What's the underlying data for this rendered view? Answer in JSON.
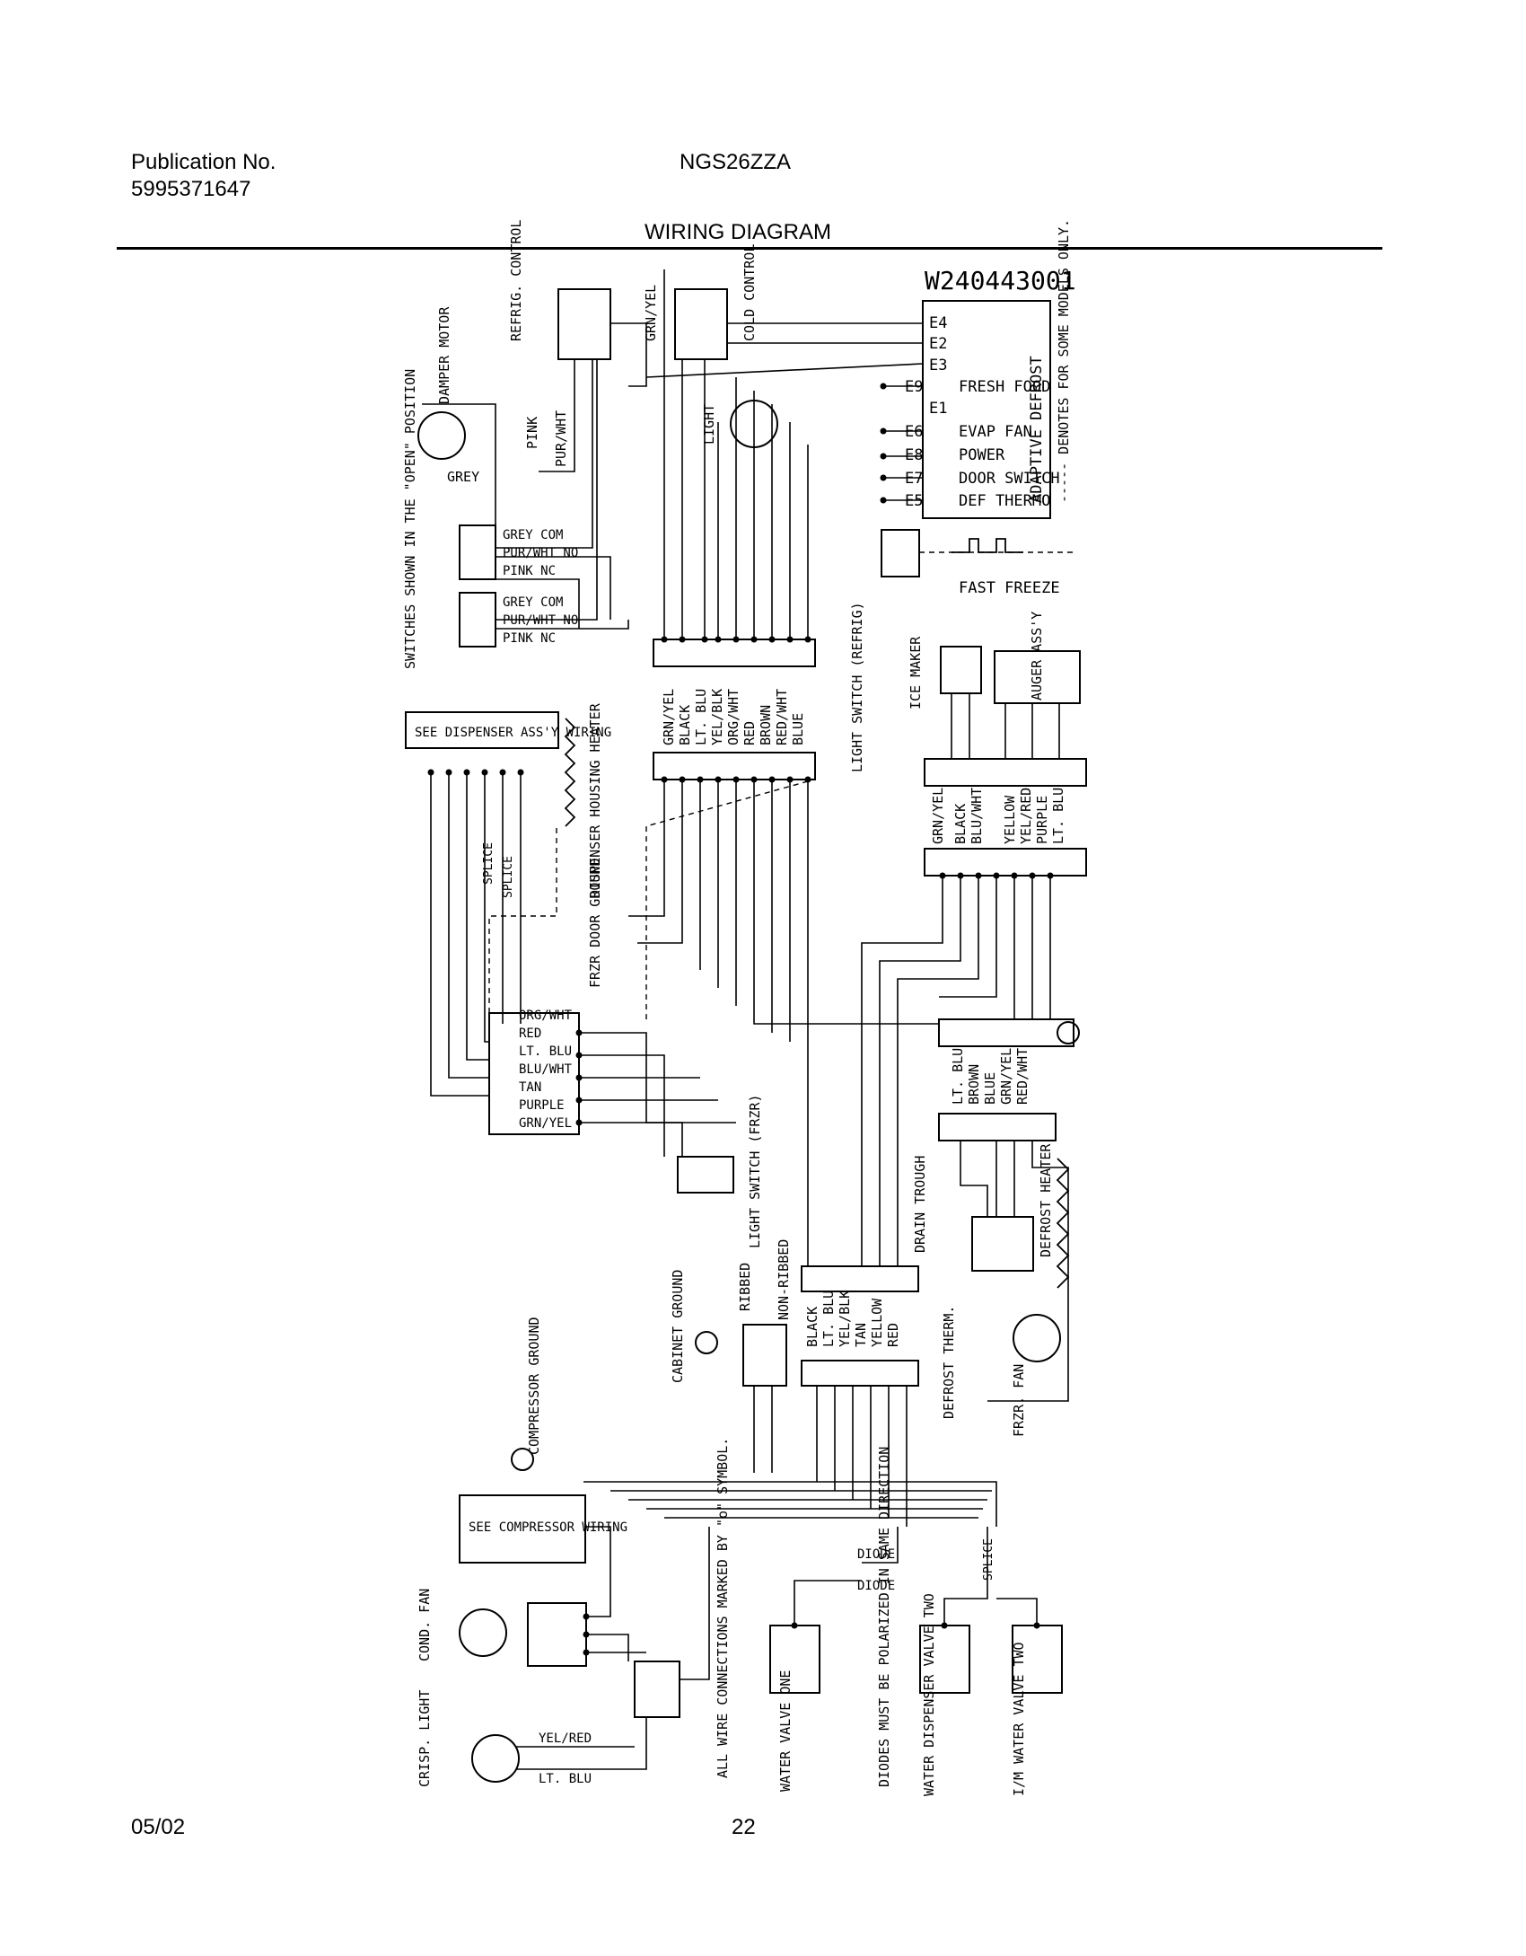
{
  "header": {
    "publication_label": "Publication No.",
    "publication_number": "5995371647",
    "model": "NGS26ZZA",
    "title": "WIRING DIAGRAM"
  },
  "diagram": {
    "part_number": "W240443001",
    "board_terminals": [
      "E4",
      "E2",
      "E3",
      "E9",
      "E1",
      "E6",
      "E8",
      "E7",
      "E5"
    ],
    "board_labels": [
      "FRESH FOOD",
      "EVAP FAN",
      "POWER",
      "DOOR SWITCH",
      "DEF THERMO"
    ],
    "board_title": "ADAPTIVE DEFROST",
    "board_note": "----- DENOTES FOR SOME MODELS ONLY.",
    "fast_freeze": "FAST FREEZE",
    "refrig_control": "REFRIG. CONTROL",
    "cold_control": "COLD CONTROL",
    "grn_yel": "GRN/YEL",
    "damper_motor": "DAMPER MOTOR",
    "switches_note": "SWITCHES SHOWN IN THE \"OPEN\" POSITION",
    "pink": "PINK",
    "pur_wht": "PUR/WHT",
    "grey": "GREY",
    "light": "LIGHT",
    "damper_switch_rows": [
      "GREY COM",
      "PUR/WHT NO",
      "PINK NC"
    ],
    "main_harness_colors": [
      "GRN/YEL",
      "BLACK",
      "LT. BLU",
      "YEL/BLK",
      "ORG/WHT",
      "RED",
      "BROWN",
      "RED/WHT",
      "BLUE"
    ],
    "light_switch_refrig": "LIGHT SWITCH (REFRIG)",
    "ice_maker": "ICE MAKER",
    "auger_assy": "AUGER ASS'Y",
    "ice_harness_colors": [
      "GRN/YEL",
      "BLACK",
      "BLU/WHT",
      "YELLOW",
      "YEL/RED",
      "PURPLE",
      "LT. BLU"
    ],
    "see_dispenser": "SEE DISPENSER ASS'Y WIRING",
    "dispenser_heater": "DISPENSER HOUSING HEATER",
    "splice": "SPLICE",
    "frzr_door_ground": "FRZR DOOR GROUND",
    "door_harness_colors": [
      "ORG/WHT",
      "RED",
      "LT. BLU",
      "BLU/WHT",
      "TAN",
      "PURPLE",
      "GRN/YEL"
    ],
    "defrost_harness_colors": [
      "LT. BLU",
      "BROWN",
      "BLUE",
      "GRN/YEL",
      "RED/WHT"
    ],
    "light_switch_frzr": "LIGHT SWITCH (FRZR)",
    "drain_trough": "DRAIN TROUGH",
    "defrost_heater": "DEFROST HEATER",
    "ribbed": "RIBBED",
    "non_ribbed": "NON-RIBBED",
    "lower_harness_colors": [
      "BLACK",
      "LT. BLU",
      "YEL/BLK",
      "TAN",
      "YELLOW",
      "RED"
    ],
    "cabinet_ground": "CABINET GROUND",
    "defrost_therm": "DEFROST THERM.",
    "frzr_fan": "FRZR. FAN",
    "compressor_ground": "COMPRESSOR GROUND",
    "see_compressor": "SEE COMPRESSOR WIRING",
    "cond_fan": "COND. FAN",
    "crisp_light": "CRISP. LIGHT",
    "yel_red": "YEL/RED",
    "lt_blu": "LT. BLU",
    "diode": "DIODE",
    "wire_note": "ALL WIRE CONNECTIONS MARKED BY \"o\" SYMBOL.",
    "diode_note": "DIODES MUST BE POLARIZED IN SAME DIRECTION",
    "valve_1": "WATER VALVE ONE",
    "valve_2": "WATER DISPENSER VALVE TWO",
    "valve_3": "I/M WATER VALVE TWO"
  },
  "footer": {
    "date": "05/02",
    "page": "22"
  }
}
